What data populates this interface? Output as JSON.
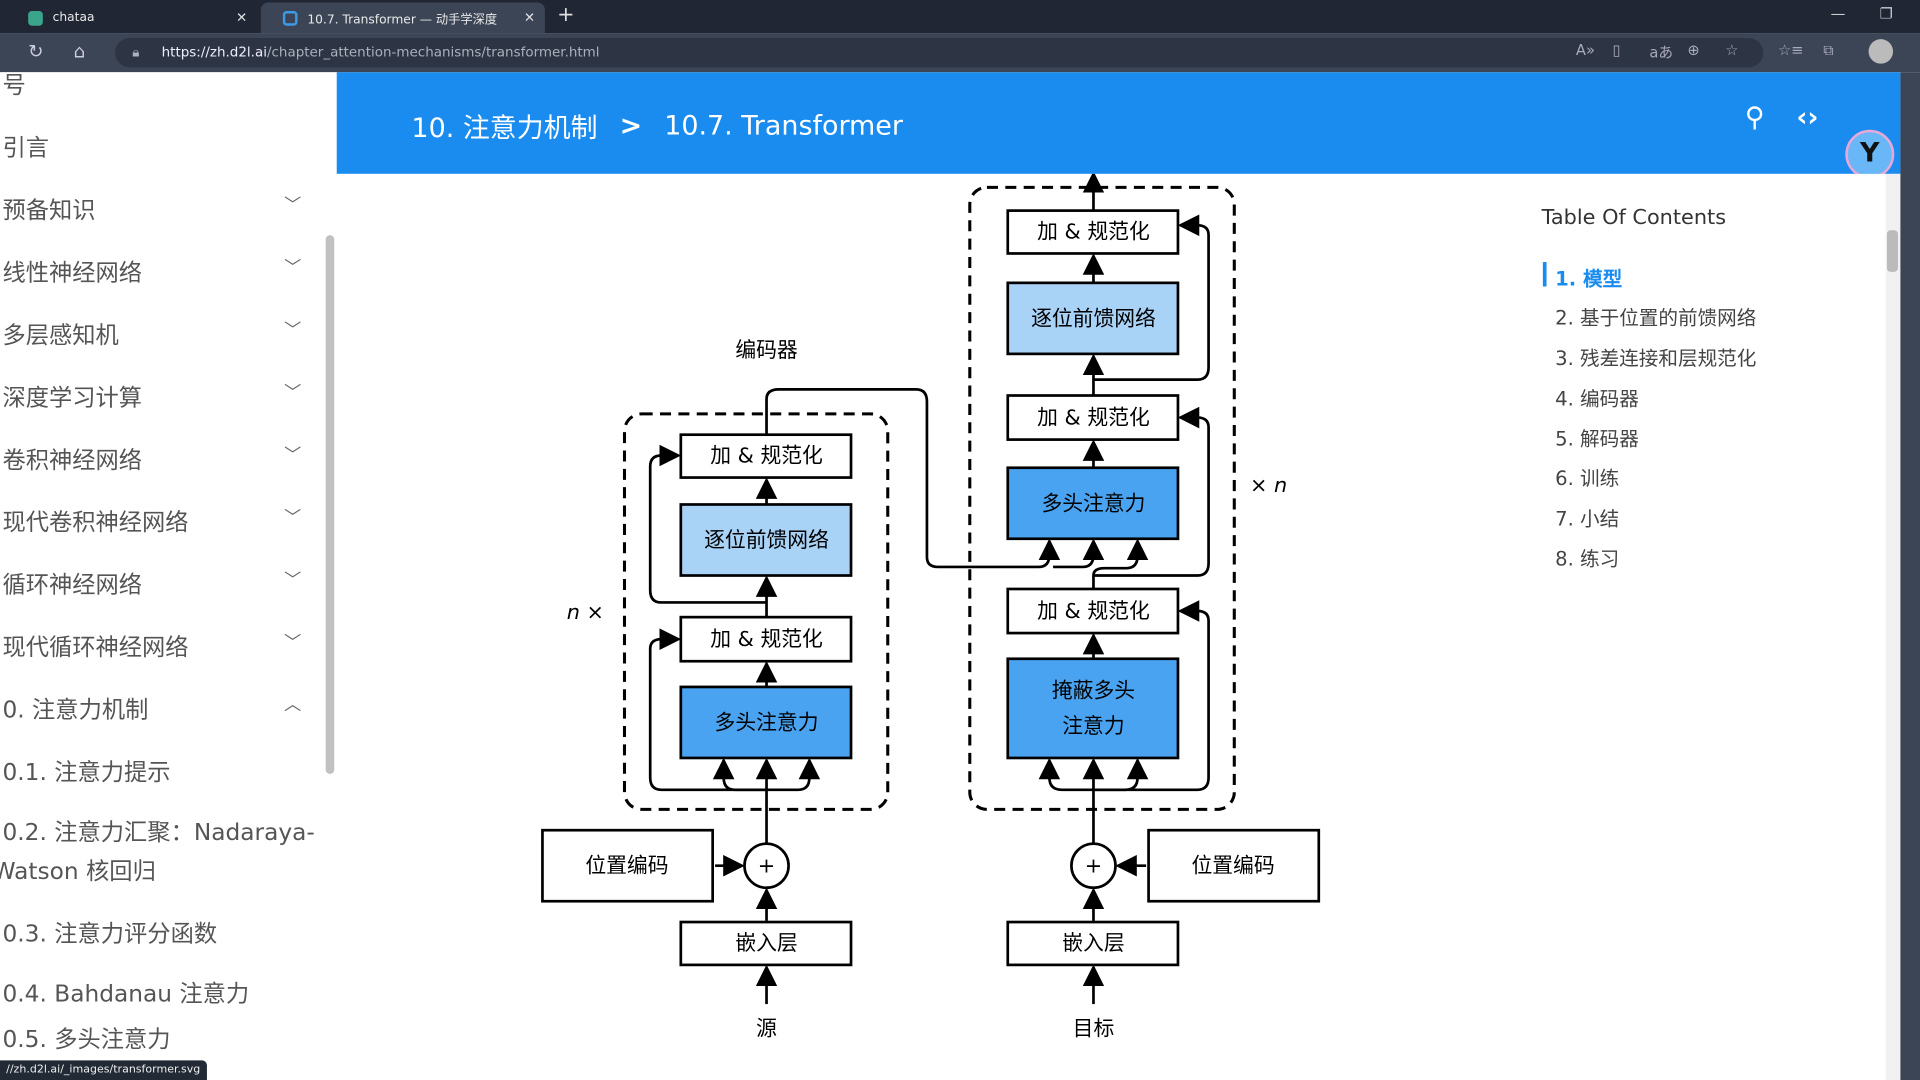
{
  "browser": {
    "tabs": [
      {
        "label": "chataa"
      },
      {
        "label": "10.7. Transformer — 动手学深度"
      }
    ],
    "url_host": "https://zh.d2l.ai",
    "url_path": "/chapter_attention-mechanisms/transformer.html",
    "status_url": "//zh.d2l.ai/_images/transformer.svg"
  },
  "sidebar": {
    "items": [
      {
        "label": "号"
      },
      {
        "label": "引言"
      },
      {
        "label": "预备知识",
        "expand": "down"
      },
      {
        "label": "线性神经网络",
        "expand": "down"
      },
      {
        "label": "多层感知机",
        "expand": "down"
      },
      {
        "label": "深度学习计算",
        "expand": "down"
      },
      {
        "label": "卷积神经网络",
        "expand": "down"
      },
      {
        "label": "现代卷积神经网络",
        "expand": "down"
      },
      {
        "label": "循环神经网络",
        "expand": "down"
      },
      {
        "label": "现代循环神经网络",
        "expand": "down"
      },
      {
        "label": "0. 注意力机制",
        "expand": "up"
      },
      {
        "label": "0.1. 注意力提示"
      },
      {
        "label": "0.2. 注意力汇聚：Nadaraya-"
      },
      {
        "label": "Watson 核回归"
      },
      {
        "label": "0.3. 注意力评分函数"
      },
      {
        "label": "0.4. Bahdanau 注意力"
      },
      {
        "label": "0.5. 多头注意力"
      }
    ]
  },
  "header": {
    "crumb1": "10. 注意力机制",
    "sep": ">",
    "crumb2": "10.7. Transformer",
    "accent": "#1a8cf0"
  },
  "diagram": {
    "encoder_label": "编码器",
    "add_norm": "加 & 规范化",
    "ffn": "逐位前馈网络",
    "mha": "多头注意力",
    "masked_mha_1": "掩蔽多头",
    "masked_mha_2": "注意力",
    "pos_enc": "位置编码",
    "embed": "嵌入层",
    "source": "源",
    "target": "目标",
    "enc_repeat": "n ×",
    "dec_repeat": "× n",
    "plus": "+",
    "colors": {
      "light_block": "#a9d2f7",
      "dark_block": "#4aa3f0"
    }
  },
  "toc": {
    "title": "Table Of Contents",
    "items": [
      "1. 模型",
      "2. 基于位置的前馈网络",
      "3. 残差连接和层规范化",
      "4. 编码器",
      "5. 解码器",
      "6. 训练",
      "7. 小结",
      "8. 练习"
    ]
  }
}
